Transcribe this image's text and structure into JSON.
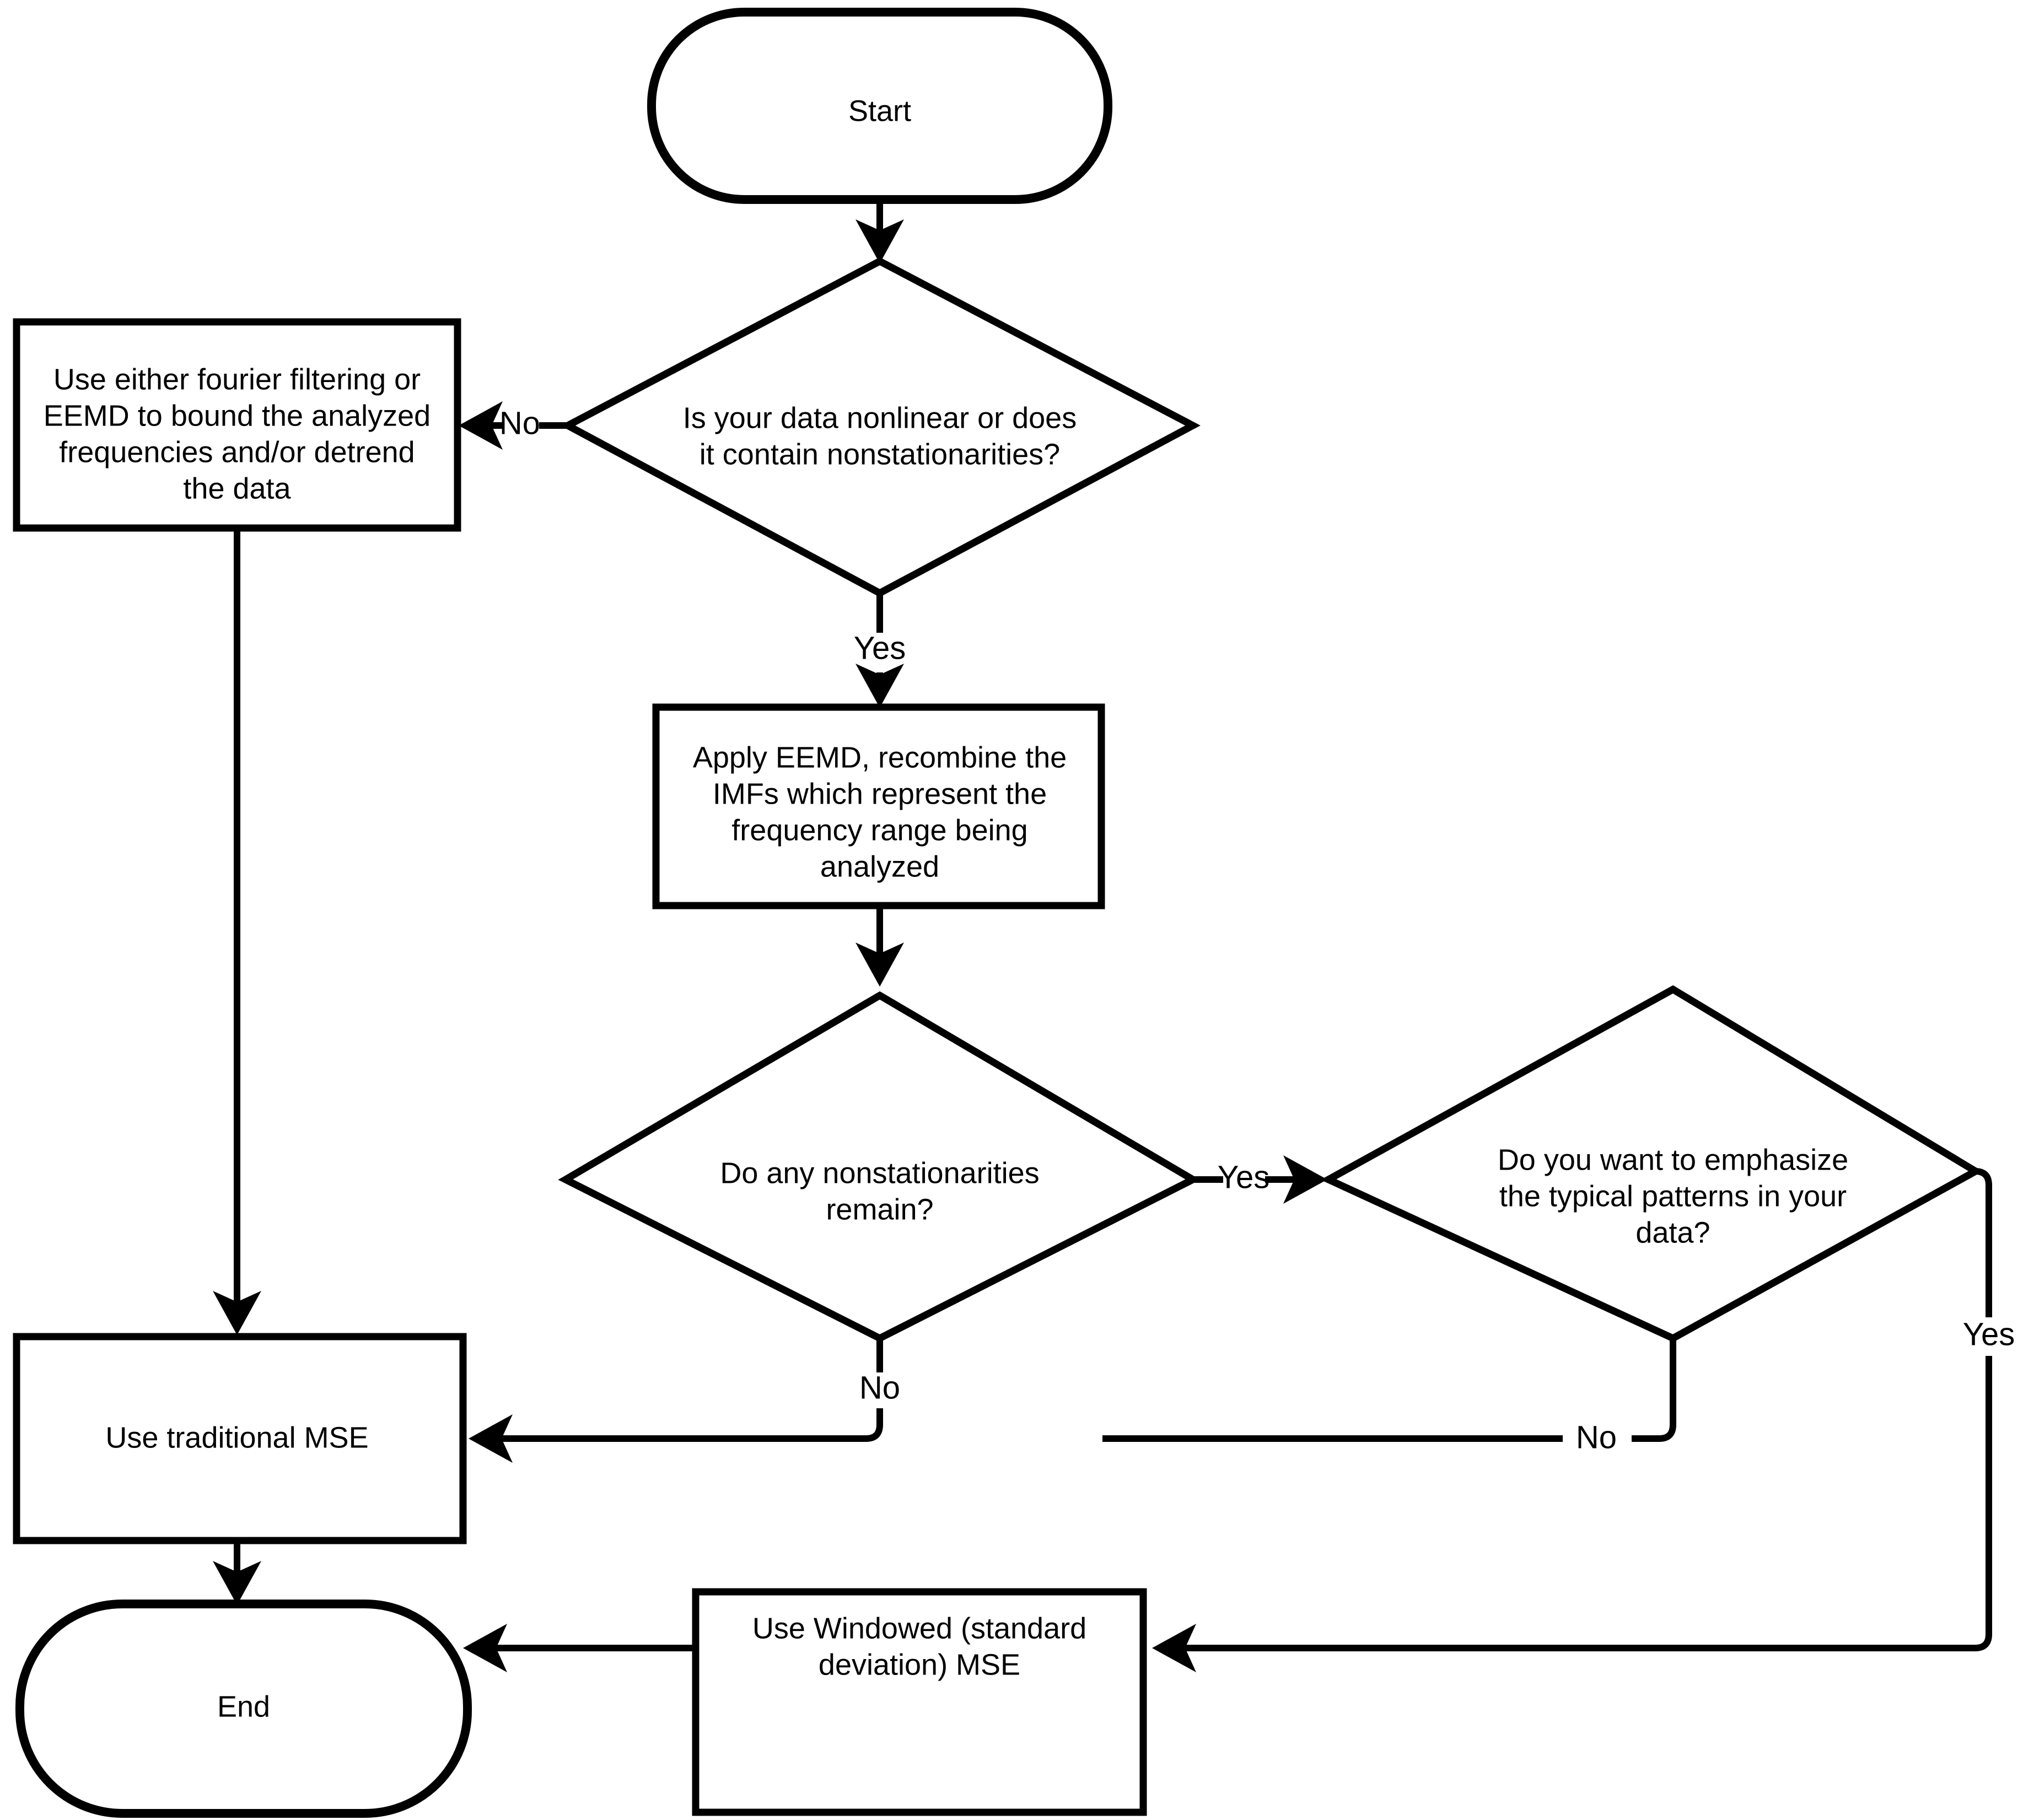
{
  "diagram": {
    "type": "flowchart",
    "title": "",
    "background_color": "#ffffff",
    "line_color": "#000000",
    "shape_fill": "#ffffff"
  },
  "nodes": {
    "start": {
      "shape": "terminator",
      "label": "Start"
    },
    "decision_nonlinear": {
      "shape": "decision",
      "line1": "Is your data nonlinear or does",
      "line2": "it contain nonstationarities?"
    },
    "fourier_box": {
      "shape": "process",
      "line1": "Use either fourier filtering or",
      "line2": "EEMD to bound the analyzed",
      "line3": "frequencies and/or detrend",
      "line4": "the data"
    },
    "apply_eemd": {
      "shape": "process",
      "line1": "Apply EEMD, recombine the",
      "line2": "IMFs which represent the",
      "line3": "frequency range being",
      "line4": "analyzed"
    },
    "decision_remain": {
      "shape": "decision",
      "line1": "Do any nonstationarities",
      "line2": "remain?"
    },
    "decision_emphasize": {
      "shape": "decision",
      "line1": "Do you want to emphasize",
      "line2": "the typical patterns in your",
      "line3": "data?"
    },
    "traditional_mse": {
      "shape": "process",
      "label": "Use traditional MSE"
    },
    "windowed_mse": {
      "shape": "process",
      "line1": "Use Windowed (standard",
      "line2": "deviation) MSE"
    },
    "end": {
      "shape": "terminator",
      "label": "End"
    }
  },
  "edges": [
    {
      "id": "start-to-d1",
      "from": "start",
      "to": "decision_nonlinear",
      "label": ""
    },
    {
      "id": "d1-no",
      "from": "decision_nonlinear",
      "to": "fourier_box",
      "label": "No"
    },
    {
      "id": "d1-yes",
      "from": "decision_nonlinear",
      "to": "apply_eemd",
      "label": "Yes"
    },
    {
      "id": "eemd-to-d2",
      "from": "apply_eemd",
      "to": "decision_remain",
      "label": ""
    },
    {
      "id": "d2-yes",
      "from": "decision_remain",
      "to": "decision_emphasize",
      "label": "Yes"
    },
    {
      "id": "d2-no",
      "from": "decision_remain",
      "to": "traditional_mse",
      "label": "No"
    },
    {
      "id": "d3-no",
      "from": "decision_emphasize",
      "to": "traditional_mse",
      "label": "No"
    },
    {
      "id": "d3-yes",
      "from": "decision_emphasize",
      "to": "windowed_mse",
      "label": "Yes"
    },
    {
      "id": "fourier-to-mse",
      "from": "fourier_box",
      "to": "traditional_mse",
      "label": ""
    },
    {
      "id": "mse-to-end",
      "from": "traditional_mse",
      "to": "end",
      "label": ""
    },
    {
      "id": "windowed-to-end",
      "from": "windowed_mse",
      "to": "end",
      "label": ""
    }
  ],
  "edge_labels": {
    "d1_no": "No",
    "d1_yes": "Yes",
    "d2_yes": "Yes",
    "d2_no": "No",
    "d3_no": "No",
    "d3_yes": "Yes"
  }
}
